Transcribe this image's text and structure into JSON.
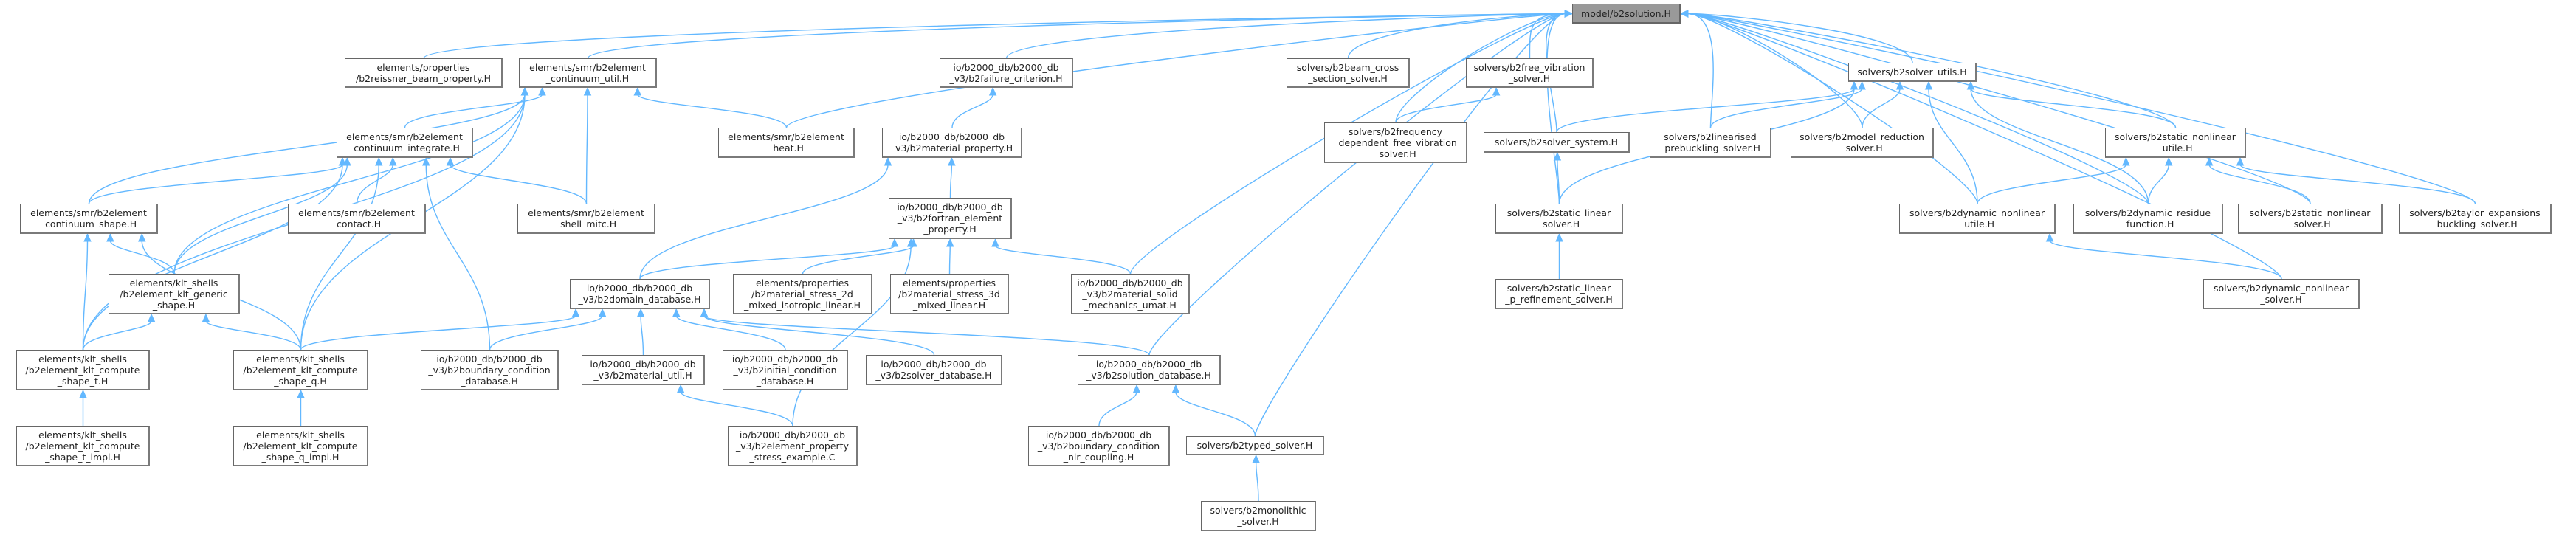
{
  "diagram": {
    "type": "include-dependency-graph",
    "root": "n_root",
    "colors": {
      "edge": "#63b8ff",
      "root_fill": "#999999",
      "node_border": "#666666",
      "node_fill": "#ffffff"
    },
    "nodes": [
      {
        "id": "n_root",
        "label": "model/b2solution.H",
        "root": true
      },
      {
        "id": "n_reissner",
        "label": "elements/properties\n/b2reissner_beam_property.H"
      },
      {
        "id": "n_cont_util",
        "label": "elements/smr/b2element\n_continuum_util.H"
      },
      {
        "id": "n_failure",
        "label": "io/b2000_db/b2000_db\n_v3/b2failure_criterion.H"
      },
      {
        "id": "n_beam_cross",
        "label": "solvers/b2beam_cross\n_section_solver.H"
      },
      {
        "id": "n_free_vib",
        "label": "solvers/b2free_vibration\n_solver.H"
      },
      {
        "id": "n_solver_utils",
        "label": "solvers/b2solver_utils.H"
      },
      {
        "id": "n_integrate",
        "label": "elements/smr/b2element\n_continuum_integrate.H"
      },
      {
        "id": "n_heat",
        "label": "elements/smr/b2element\n_heat.H"
      },
      {
        "id": "n_mat_prop",
        "label": "io/b2000_db/b2000_db\n_v3/b2material_property.H"
      },
      {
        "id": "n_freq",
        "label": "solvers/b2frequency\n_dependent_free_vibration\n_solver.H"
      },
      {
        "id": "n_solver_system",
        "label": "solvers/b2solver_system.H"
      },
      {
        "id": "n_linearised",
        "label": "solvers/b2linearised\n_prebuckling_solver.H"
      },
      {
        "id": "n_model_red",
        "label": "solvers/b2model_reduction\n_solver.H"
      },
      {
        "id": "n_static_nl_utile",
        "label": "solvers/b2static_nonlinear\n_utile.H"
      },
      {
        "id": "n_cont_shape",
        "label": "elements/smr/b2element\n_continuum_shape.H"
      },
      {
        "id": "n_contact",
        "label": "elements/smr/b2element\n_contact.H"
      },
      {
        "id": "n_shell_mitc",
        "label": "elements/smr/b2element\n_shell_mitc.H"
      },
      {
        "id": "n_fortran",
        "label": "io/b2000_db/b2000_db\n_v3/b2fortran_element\n_property.H"
      },
      {
        "id": "n_static_linear",
        "label": "solvers/b2static_linear\n_solver.H"
      },
      {
        "id": "n_dyn_nl_utile",
        "label": "solvers/b2dynamic_nonlinear\n_utile.H"
      },
      {
        "id": "n_dyn_residue",
        "label": "solvers/b2dynamic_residue\n_function.H"
      },
      {
        "id": "n_static_nl_solver",
        "label": "solvers/b2static_nonlinear\n_solver.H"
      },
      {
        "id": "n_taylor",
        "label": "solvers/b2taylor_expansions\n_buckling_solver.H"
      },
      {
        "id": "n_klt_generic",
        "label": "elements/klt_shells\n/b2element_klt_generic\n_shape.H"
      },
      {
        "id": "n_domain_db",
        "label": "io/b2000_db/b2000_db\n_v3/b2domain_database.H"
      },
      {
        "id": "n_stress_2d",
        "label": "elements/properties\n/b2material_stress_2d\n_mixed_isotropic_linear.H"
      },
      {
        "id": "n_stress_3d",
        "label": "elements/properties\n/b2material_stress_3d\n_mixed_linear.H"
      },
      {
        "id": "n_umat",
        "label": "io/b2000_db/b2000_db\n_v3/b2material_solid\n_mechanics_umat.H"
      },
      {
        "id": "n_p_refine",
        "label": "solvers/b2static_linear\n_p_refinement_solver.H"
      },
      {
        "id": "n_dyn_nl_solver",
        "label": "solvers/b2dynamic_nonlinear\n_solver.H"
      },
      {
        "id": "n_compute_t",
        "label": "elements/klt_shells\n/b2element_klt_compute\n_shape_t.H"
      },
      {
        "id": "n_compute_q",
        "label": "elements/klt_shells\n/b2element_klt_compute\n_shape_q.H"
      },
      {
        "id": "n_bc_db",
        "label": "io/b2000_db/b2000_db\n_v3/b2boundary_condition\n_database.H"
      },
      {
        "id": "n_mat_util",
        "label": "io/b2000_db/b2000_db\n_v3/b2material_util.H"
      },
      {
        "id": "n_initial",
        "label": "io/b2000_db/b2000_db\n_v3/b2initial_condition\n_database.H"
      },
      {
        "id": "n_solver_db",
        "label": "io/b2000_db/b2000_db\n_v3/b2solver_database.H"
      },
      {
        "id": "n_solution_db",
        "label": "io/b2000_db/b2000_db\n_v3/b2solution_database.H"
      },
      {
        "id": "n_t_impl",
        "label": "elements/klt_shells\n/b2element_klt_compute\n_shape_t_impl.H"
      },
      {
        "id": "n_q_impl",
        "label": "elements/klt_shells\n/b2element_klt_compute\n_shape_q_impl.H"
      },
      {
        "id": "n_stress_example",
        "label": "io/b2000_db/b2000_db\n_v3/b2element_property\n_stress_example.C"
      },
      {
        "id": "n_nlr",
        "label": "io/b2000_db/b2000_db\n_v3/b2boundary_condition\n_nlr_coupling.H"
      },
      {
        "id": "n_typed",
        "label": "solvers/b2typed_solver.H"
      },
      {
        "id": "n_monolithic",
        "label": "solvers/b2monolithic\n_solver.H"
      }
    ],
    "edges": [
      [
        "n_reissner",
        "n_root"
      ],
      [
        "n_cont_util",
        "n_root"
      ],
      [
        "n_failure",
        "n_root"
      ],
      [
        "n_beam_cross",
        "n_root"
      ],
      [
        "n_free_vib",
        "n_root"
      ],
      [
        "n_solver_utils",
        "n_root"
      ],
      [
        "n_heat",
        "n_root"
      ],
      [
        "n_freq",
        "n_root"
      ],
      [
        "n_solver_system",
        "n_root"
      ],
      [
        "n_linearised",
        "n_root"
      ],
      [
        "n_model_red",
        "n_root"
      ],
      [
        "n_static_nl_utile",
        "n_root"
      ],
      [
        "n_static_linear",
        "n_root"
      ],
      [
        "n_dyn_nl_utile",
        "n_root"
      ],
      [
        "n_dyn_residue",
        "n_root"
      ],
      [
        "n_static_nl_solver",
        "n_root"
      ],
      [
        "n_taylor",
        "n_root"
      ],
      [
        "n_dyn_nl_solver",
        "n_root"
      ],
      [
        "n_umat",
        "n_root"
      ],
      [
        "n_solution_db",
        "n_root"
      ],
      [
        "n_typed",
        "n_root"
      ],
      [
        "n_integrate",
        "n_cont_util"
      ],
      [
        "n_heat",
        "n_cont_util"
      ],
      [
        "n_shell_mitc",
        "n_cont_util"
      ],
      [
        "n_cont_shape",
        "n_cont_util"
      ],
      [
        "n_klt_generic",
        "n_cont_util"
      ],
      [
        "n_compute_t",
        "n_cont_util"
      ],
      [
        "n_compute_q",
        "n_cont_util"
      ],
      [
        "n_mat_prop",
        "n_failure"
      ],
      [
        "n_freq",
        "n_free_vib"
      ],
      [
        "n_solver_system",
        "n_solver_utils"
      ],
      [
        "n_linearised",
        "n_solver_utils"
      ],
      [
        "n_model_red",
        "n_solver_utils"
      ],
      [
        "n_static_nl_utile",
        "n_solver_utils"
      ],
      [
        "n_static_linear",
        "n_solver_utils"
      ],
      [
        "n_dyn_nl_utile",
        "n_solver_utils"
      ],
      [
        "n_dyn_residue",
        "n_solver_utils"
      ],
      [
        "n_cont_shape",
        "n_integrate"
      ],
      [
        "n_contact",
        "n_integrate"
      ],
      [
        "n_shell_mitc",
        "n_integrate"
      ],
      [
        "n_klt_generic",
        "n_integrate"
      ],
      [
        "n_compute_t",
        "n_integrate"
      ],
      [
        "n_compute_q",
        "n_integrate"
      ],
      [
        "n_bc_db",
        "n_integrate"
      ],
      [
        "n_fortran",
        "n_mat_prop"
      ],
      [
        "n_domain_db",
        "n_mat_prop"
      ],
      [
        "n_static_linear",
        "n_solver_system"
      ],
      [
        "n_dyn_nl_utile",
        "n_static_nl_utile"
      ],
      [
        "n_dyn_residue",
        "n_static_nl_utile"
      ],
      [
        "n_static_nl_solver",
        "n_static_nl_utile"
      ],
      [
        "n_taylor",
        "n_static_nl_utile"
      ],
      [
        "n_klt_generic",
        "n_cont_shape"
      ],
      [
        "n_compute_t",
        "n_cont_shape"
      ],
      [
        "n_compute_q",
        "n_cont_shape"
      ],
      [
        "n_domain_db",
        "n_fortran"
      ],
      [
        "n_stress_2d",
        "n_fortran"
      ],
      [
        "n_stress_3d",
        "n_fortran"
      ],
      [
        "n_umat",
        "n_fortran"
      ],
      [
        "n_stress_example",
        "n_fortran"
      ],
      [
        "n_p_refine",
        "n_static_linear"
      ],
      [
        "n_dyn_nl_solver",
        "n_dyn_nl_utile"
      ],
      [
        "n_compute_t",
        "n_klt_generic"
      ],
      [
        "n_compute_q",
        "n_klt_generic"
      ],
      [
        "n_compute_q",
        "n_domain_db"
      ],
      [
        "n_bc_db",
        "n_domain_db"
      ],
      [
        "n_mat_util",
        "n_domain_db"
      ],
      [
        "n_initial",
        "n_domain_db"
      ],
      [
        "n_solver_db",
        "n_domain_db"
      ],
      [
        "n_solution_db",
        "n_domain_db"
      ],
      [
        "n_t_impl",
        "n_compute_t"
      ],
      [
        "n_q_impl",
        "n_compute_q"
      ],
      [
        "n_stress_example",
        "n_mat_util"
      ],
      [
        "n_nlr",
        "n_solution_db"
      ],
      [
        "n_typed",
        "n_solution_db"
      ],
      [
        "n_monolithic",
        "n_typed"
      ]
    ]
  }
}
